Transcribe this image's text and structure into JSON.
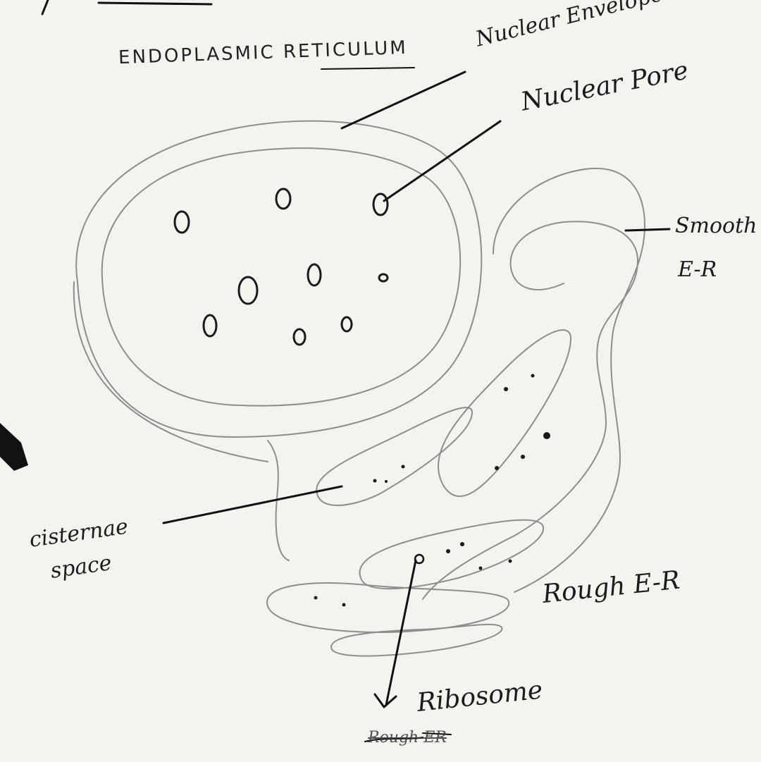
{
  "diagram": {
    "title": "ENDOPLASMIC RETICULUM",
    "labels": {
      "nuclear_envelope": "Nuclear Envelope",
      "nuclear_pore": "Nuclear Pore",
      "smooth_er_line1": "Smooth",
      "smooth_er_line2": "E-R",
      "rough_er": "Rough E-R",
      "cisternae_line1": "cisternae",
      "cisternae_line2": "space",
      "ribosome": "Ribosome",
      "crossed_out": "Rough ER"
    },
    "colors": {
      "ink": "#111111",
      "pencil": "#8d8d8d",
      "paper": "#f4f3f0"
    }
  }
}
